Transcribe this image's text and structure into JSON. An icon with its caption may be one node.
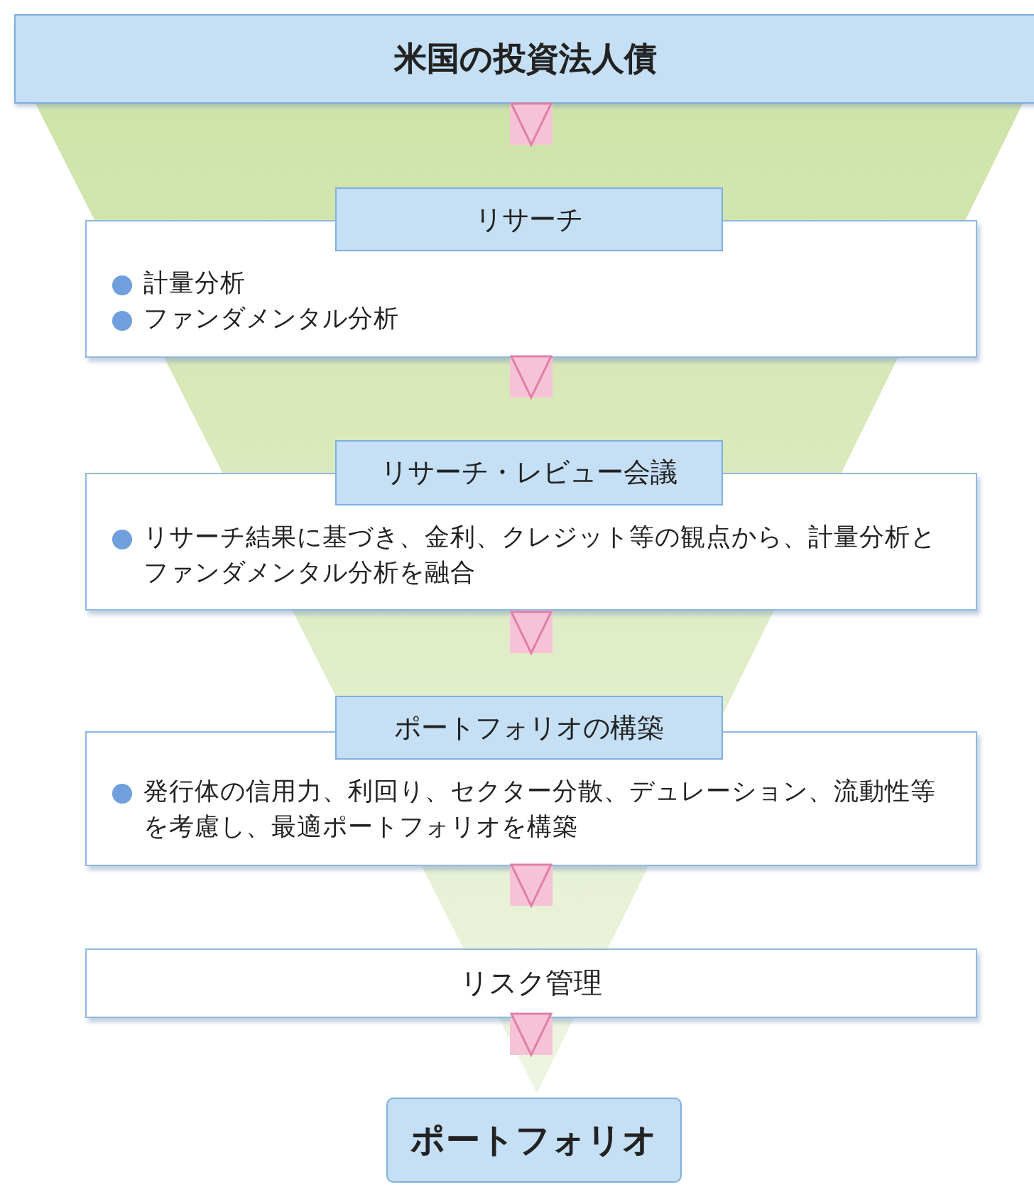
{
  "diagram": {
    "nodes": [
      {
        "text": [
          "米国の投資法人債"
        ]
      },
      {
        "text": [
          "リサーチ",
          "計量分析",
          "ファンダメンタル分析"
        ]
      },
      {
        "text": [
          "リサーチ・レビュー会議",
          "リサーチ結果に基づき、金利、クレジット等の観点から、計量分析とファンダメンタル分析を融合"
        ]
      },
      {
        "text": [
          "ポートフォリオの構築",
          "発行体の信用力、利回り、セクター分散、デュレーション、流動性等を考慮し、最適ポートフォリオを構築"
        ]
      },
      {
        "text": [
          "リスク管理"
        ]
      },
      {
        "text": [
          "ポートフォリオ"
        ]
      }
    ],
    "edges": [
      {
        "from": 0,
        "to": 1,
        "arrow": "to"
      },
      {
        "from": 1,
        "to": 2,
        "arrow": "to"
      },
      {
        "from": 2,
        "to": 3,
        "arrow": "to"
      },
      {
        "from": 3,
        "to": 4,
        "arrow": "to"
      },
      {
        "from": 4,
        "to": 5,
        "arrow": "to"
      }
    ]
  }
}
